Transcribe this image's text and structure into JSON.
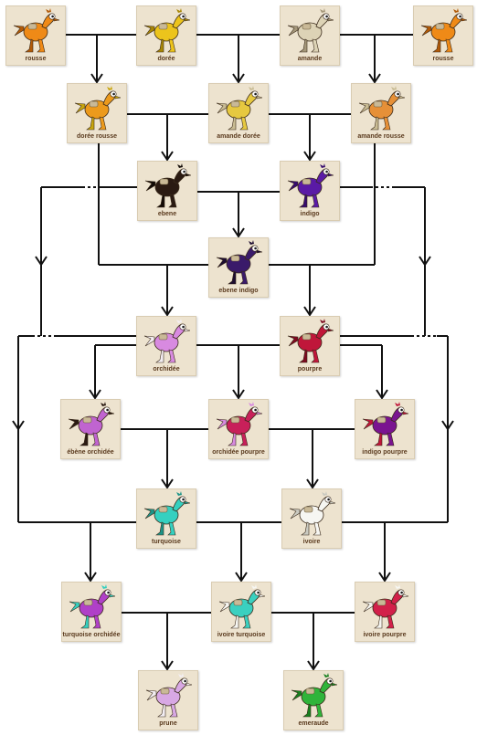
{
  "nodes": [
    {
      "id": "rousse_l",
      "label": "rousse",
      "color": "#ef8a17",
      "accent": "#b25a08"
    },
    {
      "id": "doree",
      "label": "dorée",
      "color": "#ecc41c",
      "accent": "#a88605"
    },
    {
      "id": "amande",
      "label": "amande",
      "color": "#ddd3b6",
      "accent": "#a4977a"
    },
    {
      "id": "rousse_r",
      "label": "rousse",
      "color": "#ef8a17",
      "accent": "#b25a08"
    },
    {
      "id": "doree_rousse",
      "label": "dorée rousse",
      "color": "#ec9a1c",
      "accent": "#c7a50e"
    },
    {
      "id": "amande_doree",
      "label": "amande dorée",
      "color": "#e6c840",
      "accent": "#c9bc94"
    },
    {
      "id": "amande_rousse",
      "label": "amande rousse",
      "color": "#e69038",
      "accent": "#c9bc94"
    },
    {
      "id": "ebene",
      "label": "ebene",
      "color": "#2a1a12",
      "accent": "#120a06"
    },
    {
      "id": "indigo",
      "label": "indigo",
      "color": "#5a1aa6",
      "accent": "#360c6e"
    },
    {
      "id": "ebene_indigo",
      "label": "ebene indigo",
      "color": "#3a1a6a",
      "accent": "#1c0c30"
    },
    {
      "id": "orchidee",
      "label": "orchidée",
      "color": "#d88ae0",
      "accent": "#f3eef3"
    },
    {
      "id": "pourpre",
      "label": "pourpre",
      "color": "#c0163a",
      "accent": "#7c0a20"
    },
    {
      "id": "ebene_orchidee",
      "label": "ébène orchidée",
      "color": "#c064d0",
      "accent": "#2a1a12"
    },
    {
      "id": "orchidee_pourpre",
      "label": "orchidée pourpre",
      "color": "#c8205a",
      "accent": "#d88ae0"
    },
    {
      "id": "indigo_pourpre",
      "label": "indigo pourpre",
      "color": "#7a1490",
      "accent": "#c0163a"
    },
    {
      "id": "turquoise",
      "label": "turquoise",
      "color": "#35d0c0",
      "accent": "#1c9488"
    },
    {
      "id": "ivoire",
      "label": "ivoire",
      "color": "#f6f6f2",
      "accent": "#c9c9c0"
    },
    {
      "id": "turquoise_orchidee",
      "label": "turquoise orchidée",
      "color": "#b040c8",
      "accent": "#35d0c0"
    },
    {
      "id": "ivoire_turquoise",
      "label": "ivoire turquoise",
      "color": "#3ad0c0",
      "accent": "#f6f6f2"
    },
    {
      "id": "ivoire_pourpre",
      "label": "ivoire pourpre",
      "color": "#d2204a",
      "accent": "#f6f6f2"
    },
    {
      "id": "prune",
      "label": "prune",
      "color": "#d8a8e4",
      "accent": "#f3eef3"
    },
    {
      "id": "emeraude",
      "label": "emeraude",
      "color": "#2fb43a",
      "accent": "#17801f"
    }
  ]
}
